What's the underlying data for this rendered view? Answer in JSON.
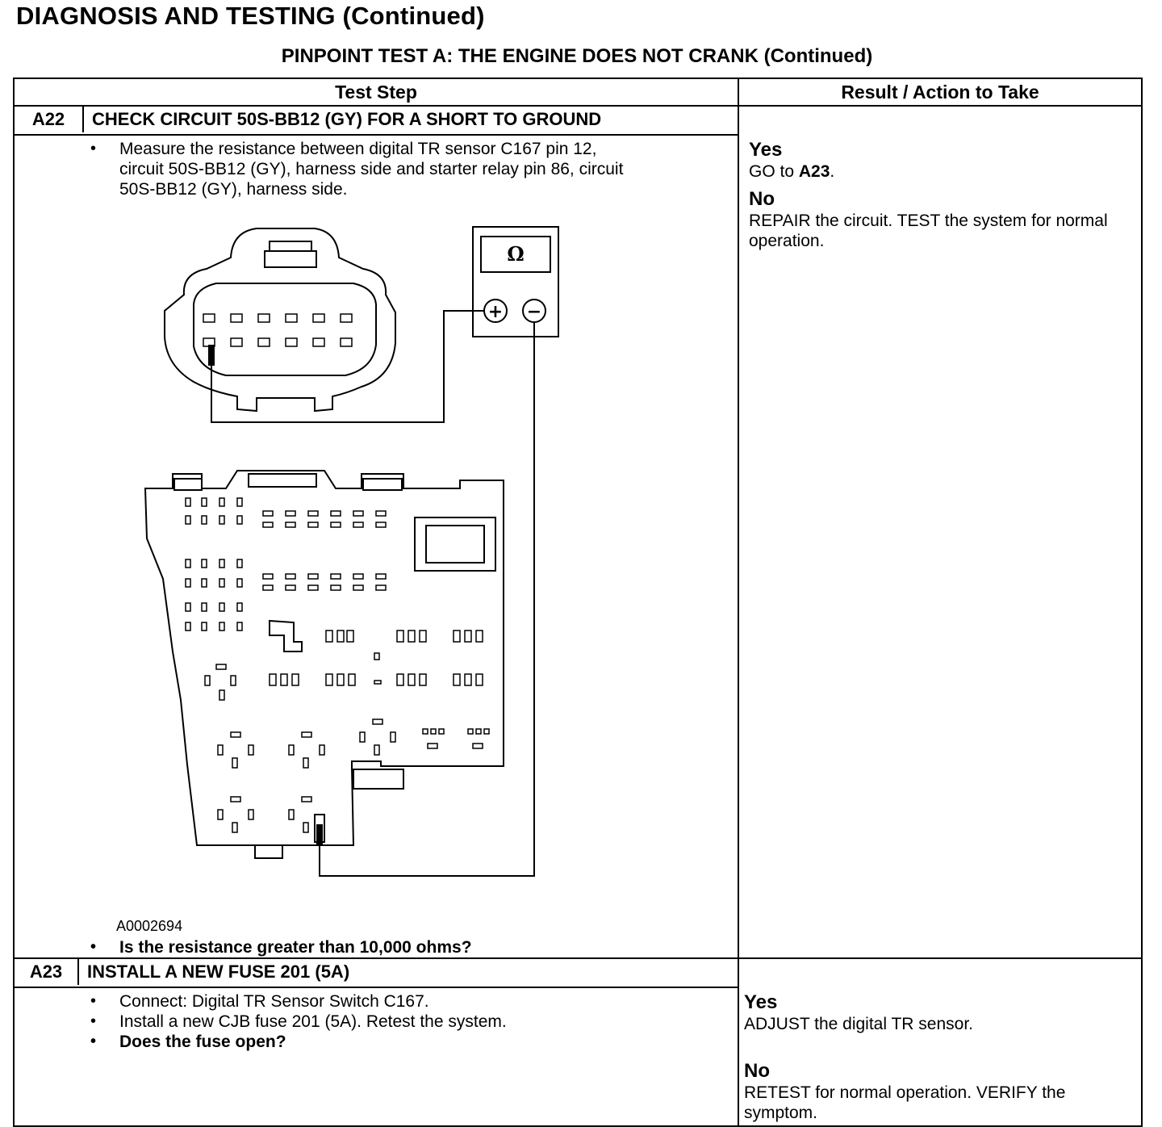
{
  "header": {
    "title": "DIAGNOSIS AND TESTING (Continued)",
    "subtitle": "PINPOINT TEST  A: THE ENGINE DOES NOT CRANK (Continued)"
  },
  "table": {
    "col_test_step": "Test Step",
    "col_result": "Result / Action to Take"
  },
  "a22": {
    "id": "A22",
    "title": "CHECK CIRCUIT 50S-BB12 (GY) FOR A SHORT TO GROUND",
    "bullet_1": "Measure the resistance between digital TR sensor C167 pin 12, circuit 50S-BB12 (GY), harness side and starter relay pin 86, circuit 50S-BB12 (GY), harness side.",
    "figure_id": "A0002694",
    "meter_symbol": "Ω",
    "plus_symbol": "+",
    "minus_symbol": "−",
    "question": "Is the resistance greater than 10,000 ohms?",
    "yes_label": "Yes",
    "yes_text_pre": "GO to",
    "yes_target": "A23",
    "yes_text_post": ".",
    "no_label": "No",
    "no_text": "REPAIR the circuit. TEST the system for normal operation."
  },
  "a23": {
    "id": "A23",
    "title": "INSTALL A NEW FUSE 201 (5A)",
    "bullet_1": "Connect: Digital TR Sensor Switch C167.",
    "bullet_2": "Install a new CJB fuse 201 (5A). Retest the system.",
    "question": "Does the fuse open?",
    "yes_label": "Yes",
    "yes_text": "ADJUST the digital TR sensor.",
    "no_label": "No",
    "no_text": "RETEST for normal operation. VERIFY the symptom."
  }
}
